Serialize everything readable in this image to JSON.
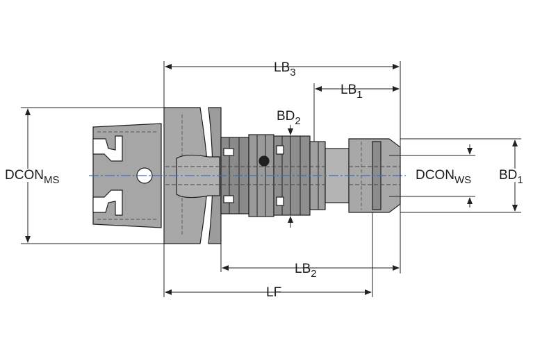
{
  "labels": {
    "lb3": {
      "main": "LB",
      "sub": "3"
    },
    "lb1": {
      "main": "LB",
      "sub": "1"
    },
    "bd2": {
      "main": "BD",
      "sub": "2"
    },
    "dcon_ms": {
      "main": "DCON",
      "sub": "MS"
    },
    "dcon_ws": {
      "main": "DCON",
      "sub": "WS"
    },
    "bd1": {
      "main": "BD",
      "sub": "1"
    },
    "lb2": {
      "main": "LB",
      "sub": "2"
    },
    "lf": {
      "main": "LF",
      "sub": ""
    }
  },
  "colors": {
    "body_fill": "#a9a9a9",
    "body_dark": "#7d7d7d",
    "outline": "#1f1f1f",
    "hidden_line": "#444444",
    "centerline": "#3a6fb5",
    "dimension": "#222222",
    "background": "#ffffff"
  }
}
